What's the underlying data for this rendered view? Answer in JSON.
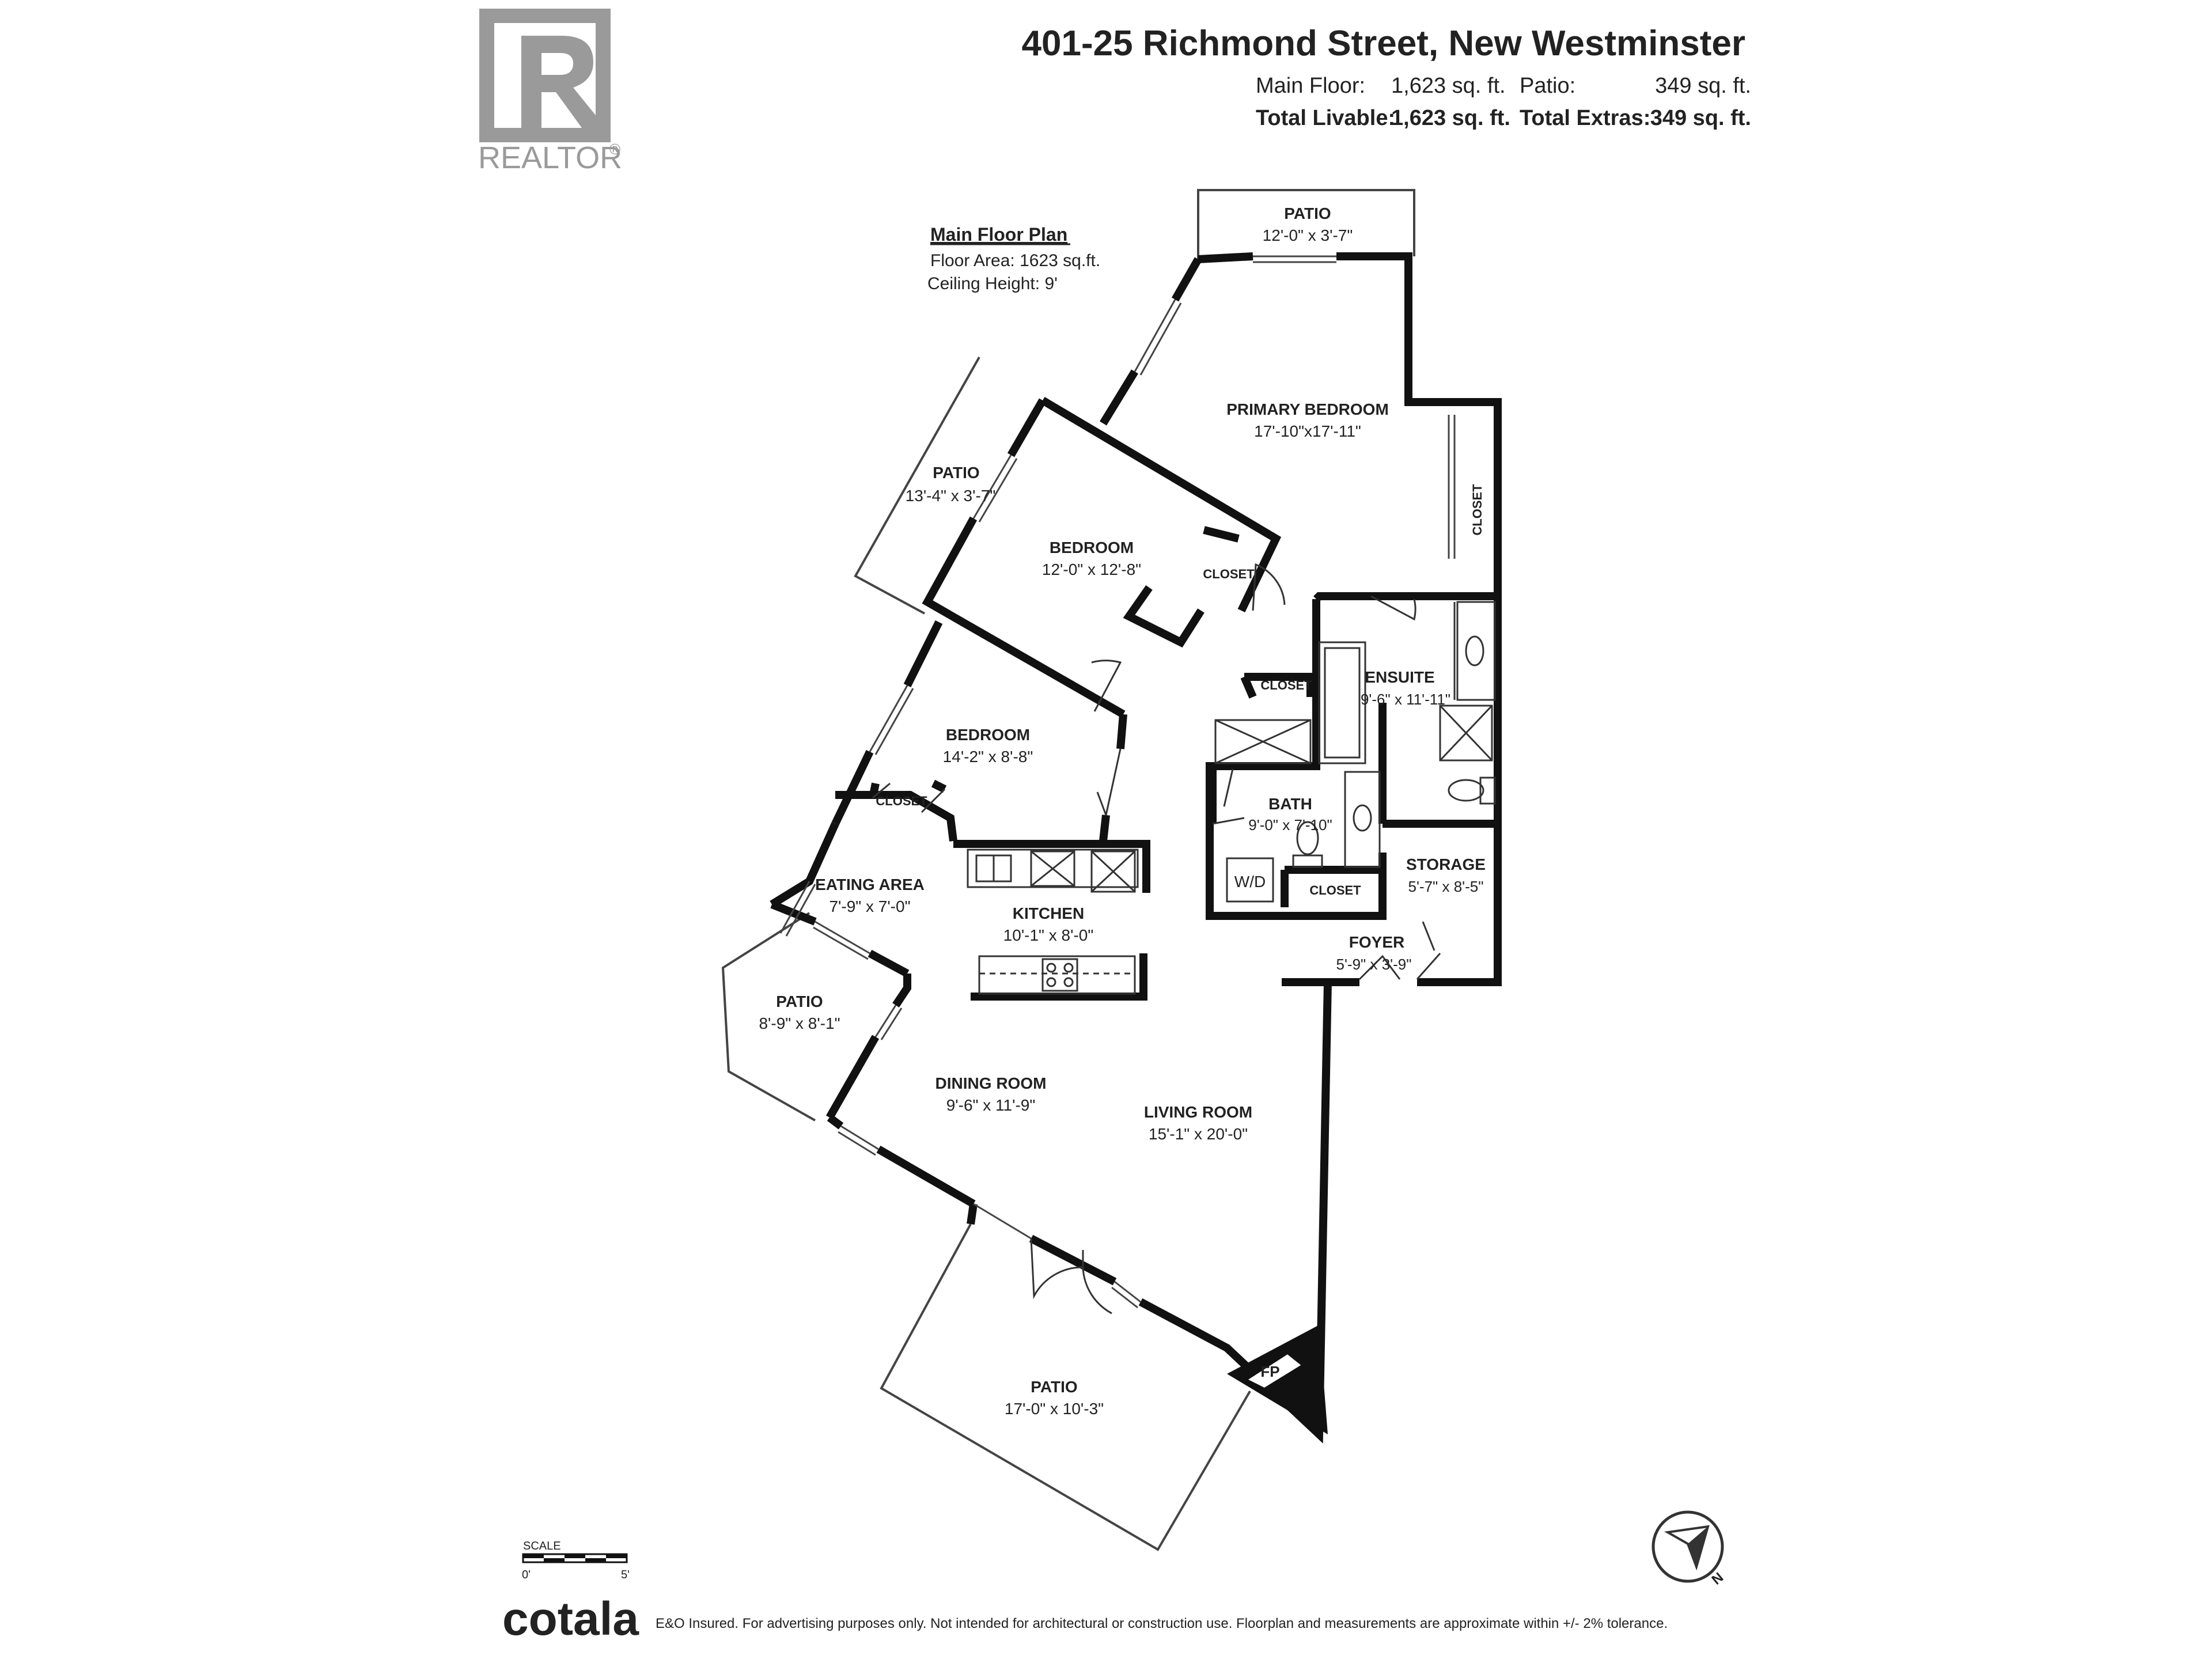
{
  "header": {
    "address": "401-25 Richmond Street, New Westminster",
    "main_floor_label": "Main Floor:",
    "main_floor_value": "1,623 sq. ft.",
    "patio_label": "Patio:",
    "patio_value": "349 sq. ft.",
    "total_livable_label": "Total Livable:",
    "total_livable_value": "1,623 sq. ft.",
    "total_extras_label": "Total Extras:",
    "total_extras_value": "349 sq. ft."
  },
  "logo": {
    "brand": "REALTOR",
    "mark": "®"
  },
  "plan_info": {
    "title": "Main Floor Plan",
    "floor_area": "Floor Area: 1623 sq.ft.",
    "ceiling_height": "Ceiling Height: 9'"
  },
  "rooms": {
    "patio_top": {
      "name": "PATIO",
      "dim": "12'-0\" x 3'-7\""
    },
    "primary_bedroom": {
      "name": "PRIMARY BEDROOM",
      "dim": "17'-10\"x17'-11\""
    },
    "patio_left": {
      "name": "PATIO",
      "dim": "13'-4\" x 3'-7\""
    },
    "bedroom_1": {
      "name": "BEDROOM",
      "dim": "12'-0\" x 12'-8\""
    },
    "bedroom_2": {
      "name": "BEDROOM",
      "dim": "14'-2\" x 8'-8\""
    },
    "ensuite": {
      "name": "ENSUITE",
      "dim": "9'-6\" x 11'-11\""
    },
    "bath": {
      "name": "BATH",
      "dim": "9'-0\" x 7'-10\""
    },
    "storage": {
      "name": "STORAGE",
      "dim": "5'-7\" x 8'-5\""
    },
    "eating_area": {
      "name": "EATING AREA",
      "dim": "7'-9\" x 7'-0\""
    },
    "kitchen": {
      "name": "KITCHEN",
      "dim": "10'-1\" x 8'-0\""
    },
    "foyer": {
      "name": "FOYER",
      "dim": "5'-9\" x 3'-9\""
    },
    "patio_mid": {
      "name": "PATIO",
      "dim": "8'-9\" x 8'-1\""
    },
    "dining_room": {
      "name": "DINING ROOM",
      "dim": "9'-6\" x 11'-9\""
    },
    "living_room": {
      "name": "LIVING ROOM",
      "dim": "15'-1\" x 20'-0\""
    },
    "patio_bottom": {
      "name": "PATIO",
      "dim": "17'-0\" x 10'-3\""
    }
  },
  "labels": {
    "closet": "CLOSET",
    "wd": "W/D",
    "fp": "FP",
    "scale": "SCALE",
    "scale_start": "0'",
    "scale_end": "5'",
    "north": "N"
  },
  "footer": {
    "brand": "cotala",
    "disclaimer": "E&O Insured. For advertising purposes only. Not intended for architectural or construction use. Floorplan and measurements are approximate within +/- 2% tolerance."
  }
}
